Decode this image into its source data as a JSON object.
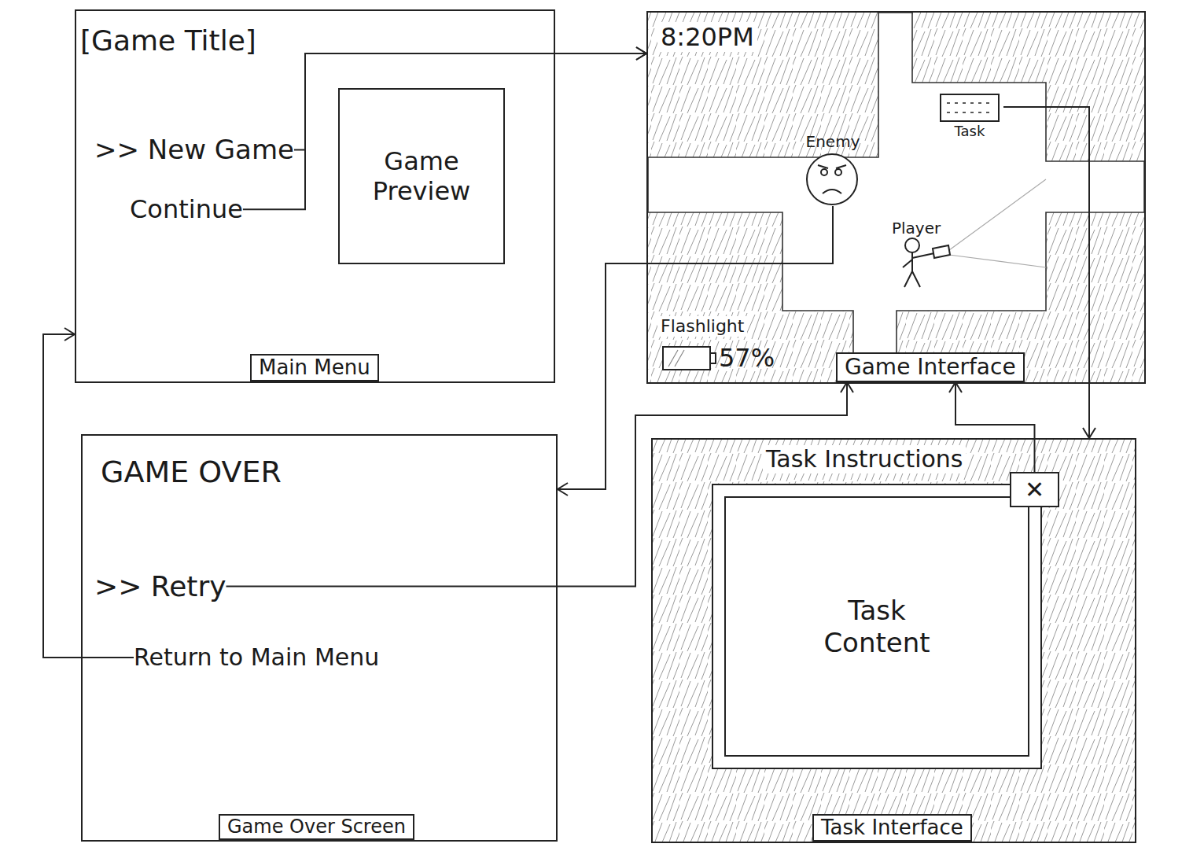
{
  "diagram": {
    "nodes": [
      {
        "text": [
          "[Game Title]"
        ]
      },
      {
        "text": [
          ">> New Game"
        ],
        "in": 0
      },
      {
        "text": [
          "Continue"
        ],
        "in": 0
      },
      {
        "text": [
          "Game Preview"
        ],
        "in": 0
      },
      {
        "text": [
          "Main Menu"
        ],
        "in": 0
      },
      {
        "text": [
          "8:20PM"
        ]
      },
      {
        "text": [
          "Enemy"
        ],
        "in": 5
      },
      {
        "text": [
          "Task"
        ],
        "in": 5
      },
      {
        "text": [
          "Game Interface"
        ],
        "in": 5
      },
      {
        "text": [
          "GAME OVER"
        ]
      },
      {
        "text": [
          ">> Retry"
        ],
        "in": 9
      },
      {
        "text": [
          "Return to Main Menu"
        ],
        "in": 9
      },
      {
        "text": [
          "Game Over Screen"
        ],
        "in": 9
      },
      {
        "text": [
          "Task Instructions"
        ]
      },
      {
        "text": [
          "Task Content"
        ],
        "in": 13
      },
      {
        "text": [
          "✕"
        ],
        "in": 13
      },
      {
        "text": [
          "Task Interface"
        ],
        "in": 13
      }
    ],
    "edges": [
      {
        "from": 1,
        "to": 5,
        "arrow": "to"
      },
      {
        "from": 2,
        "to": 5,
        "arrow": "to"
      },
      {
        "from": 6,
        "to": 9,
        "arrow": "to"
      },
      {
        "from": 7,
        "to": 13,
        "arrow": "to"
      },
      {
        "from": 10,
        "to": 8,
        "arrow": "to"
      },
      {
        "from": 15,
        "to": 8,
        "arrow": "to"
      },
      {
        "from": 11,
        "to": 0,
        "arrow": "to"
      }
    ],
    "labels": [
      "Player",
      "Flashlight",
      "57%"
    ]
  }
}
